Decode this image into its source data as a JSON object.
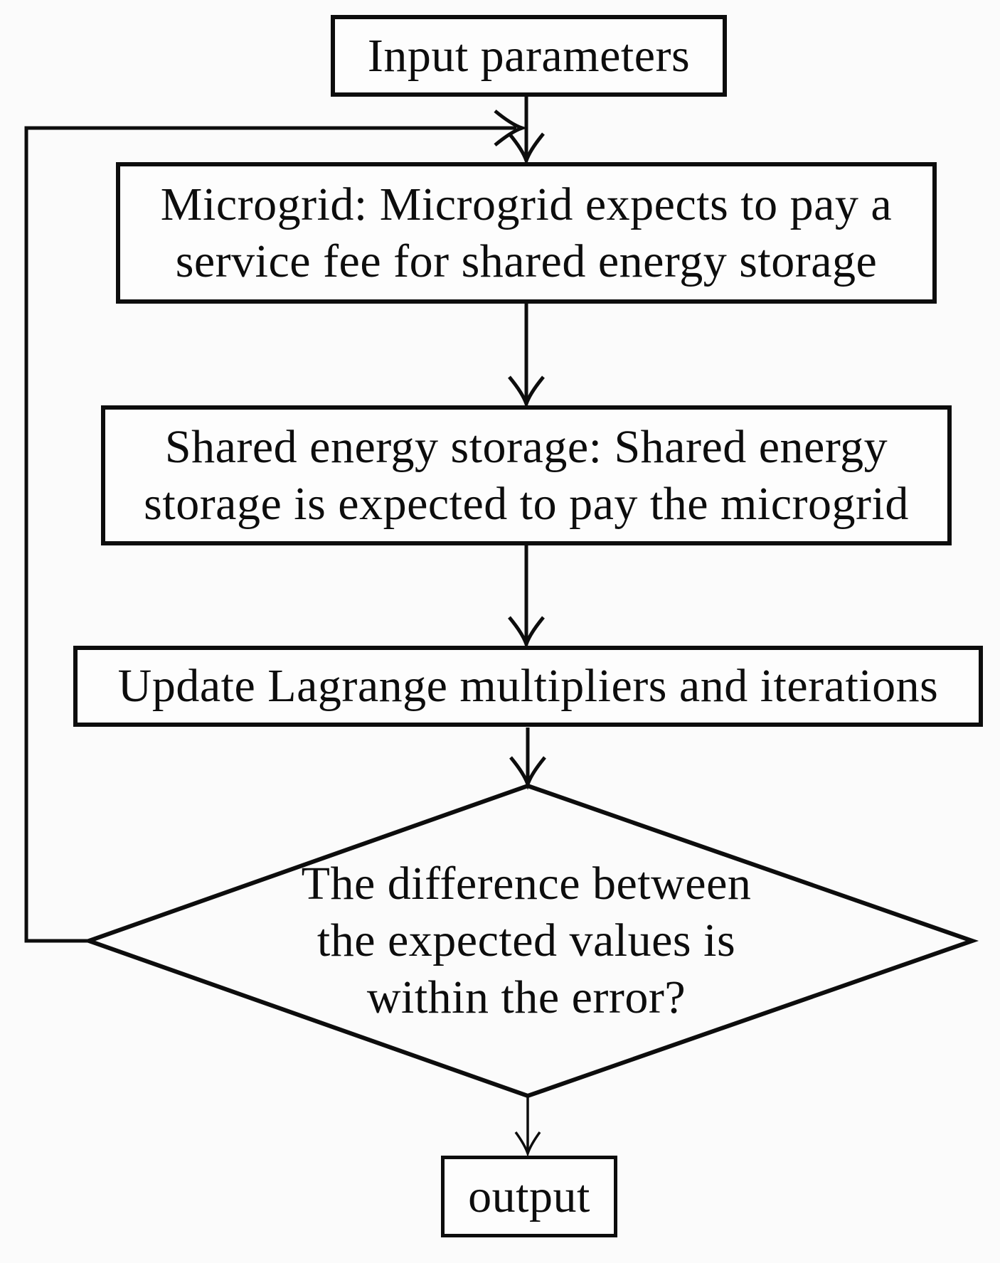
{
  "flowchart": {
    "colors": {
      "ink": "#0d0d0d",
      "background": "#fbfbfb",
      "node_fill": "#fdfdfd"
    },
    "nodes": {
      "input": {
        "type": "process",
        "lines": [
          "Input parameters"
        ]
      },
      "microgrid": {
        "type": "process",
        "lines": [
          "Microgrid: Microgrid expects to pay a",
          "service fee for shared energy storage"
        ]
      },
      "shared_storage": {
        "type": "process",
        "lines": [
          "Shared energy storage: Shared energy",
          "storage is expected to pay the microgrid"
        ]
      },
      "update": {
        "type": "process",
        "lines": [
          "Update Lagrange multipliers and iterations"
        ]
      },
      "decision": {
        "type": "decision",
        "lines": [
          "The difference between",
          "the expected values is",
          "within the error?"
        ]
      },
      "output": {
        "type": "process",
        "lines": [
          "output"
        ]
      }
    },
    "edges": [
      {
        "from": "input",
        "to": "microgrid",
        "kind": "arrow"
      },
      {
        "from": "microgrid",
        "to": "shared_storage",
        "kind": "arrow"
      },
      {
        "from": "shared_storage",
        "to": "update",
        "kind": "arrow"
      },
      {
        "from": "update",
        "to": "decision",
        "kind": "arrow"
      },
      {
        "from": "decision",
        "to": "output",
        "kind": "arrow"
      },
      {
        "from": "decision",
        "to": "microgrid",
        "kind": "feedback-loop"
      }
    ]
  }
}
